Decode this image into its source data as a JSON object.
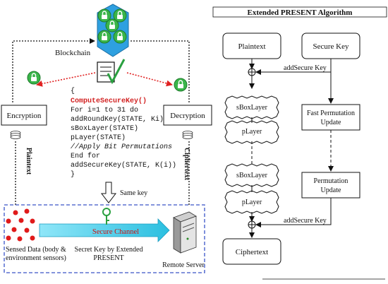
{
  "left": {
    "blockchain_label": "Blockchain",
    "encryption_label": "Encryption",
    "decryption_label": "Decryption",
    "plaintext_label": "Plaintext",
    "ciphertext_label": "Ciphertext",
    "same_key_label": "Same key",
    "secure_channel_label": "Secure Channel",
    "sensed_data_line1": "Sensed Data (body &",
    "sensed_data_line2": "environment sensors)",
    "secret_key_line1": "Secret Key by Extended",
    "secret_key_line2": "PRESENT",
    "remote_server_label": "Remote Server",
    "code": {
      "open_brace": "{",
      "function_name": "ComputeSecureKey()",
      "line_for": "For i=1 to 31 do",
      "line_add_round": "addRoundKey(STATE, Ki)",
      "line_sbox": "sBoxLayer(STATE)",
      "line_player": "pLayer(STATE)",
      "line_comment": "//Apply Bit Permutations",
      "line_end_for": "End for",
      "line_add_secure": "addSecureKey(STATE, K(i))",
      "close_brace": "}"
    }
  },
  "right": {
    "title": "Extended PRESENT Algorithm",
    "plaintext": "Plaintext",
    "secure_key": "Secure Key",
    "add_secure_key_1": "addSecure Key",
    "add_secure_key_2": "addSecure Key",
    "sbox_1": "sBoxLayer",
    "player_1": "pLayer",
    "sbox_2": "sBoxLayer",
    "player_2": "pLayer",
    "fast_perm_line1": "Fast Permutation",
    "fast_perm_line2": "Update",
    "perm_line1": "Permutation",
    "perm_line2": "Update",
    "ciphertext": "Ciphertext"
  },
  "colors": {
    "function_name": "#d22222",
    "secure_channel_text": "#cc1111",
    "arrow_red": "#e02020",
    "sensor_dot": "#e01a1a",
    "channel_fill": "#5fd6f0",
    "lock_green": "#3ab54a",
    "hexagon": "#2ea0e0",
    "dashed_box": "#3a55c8"
  }
}
